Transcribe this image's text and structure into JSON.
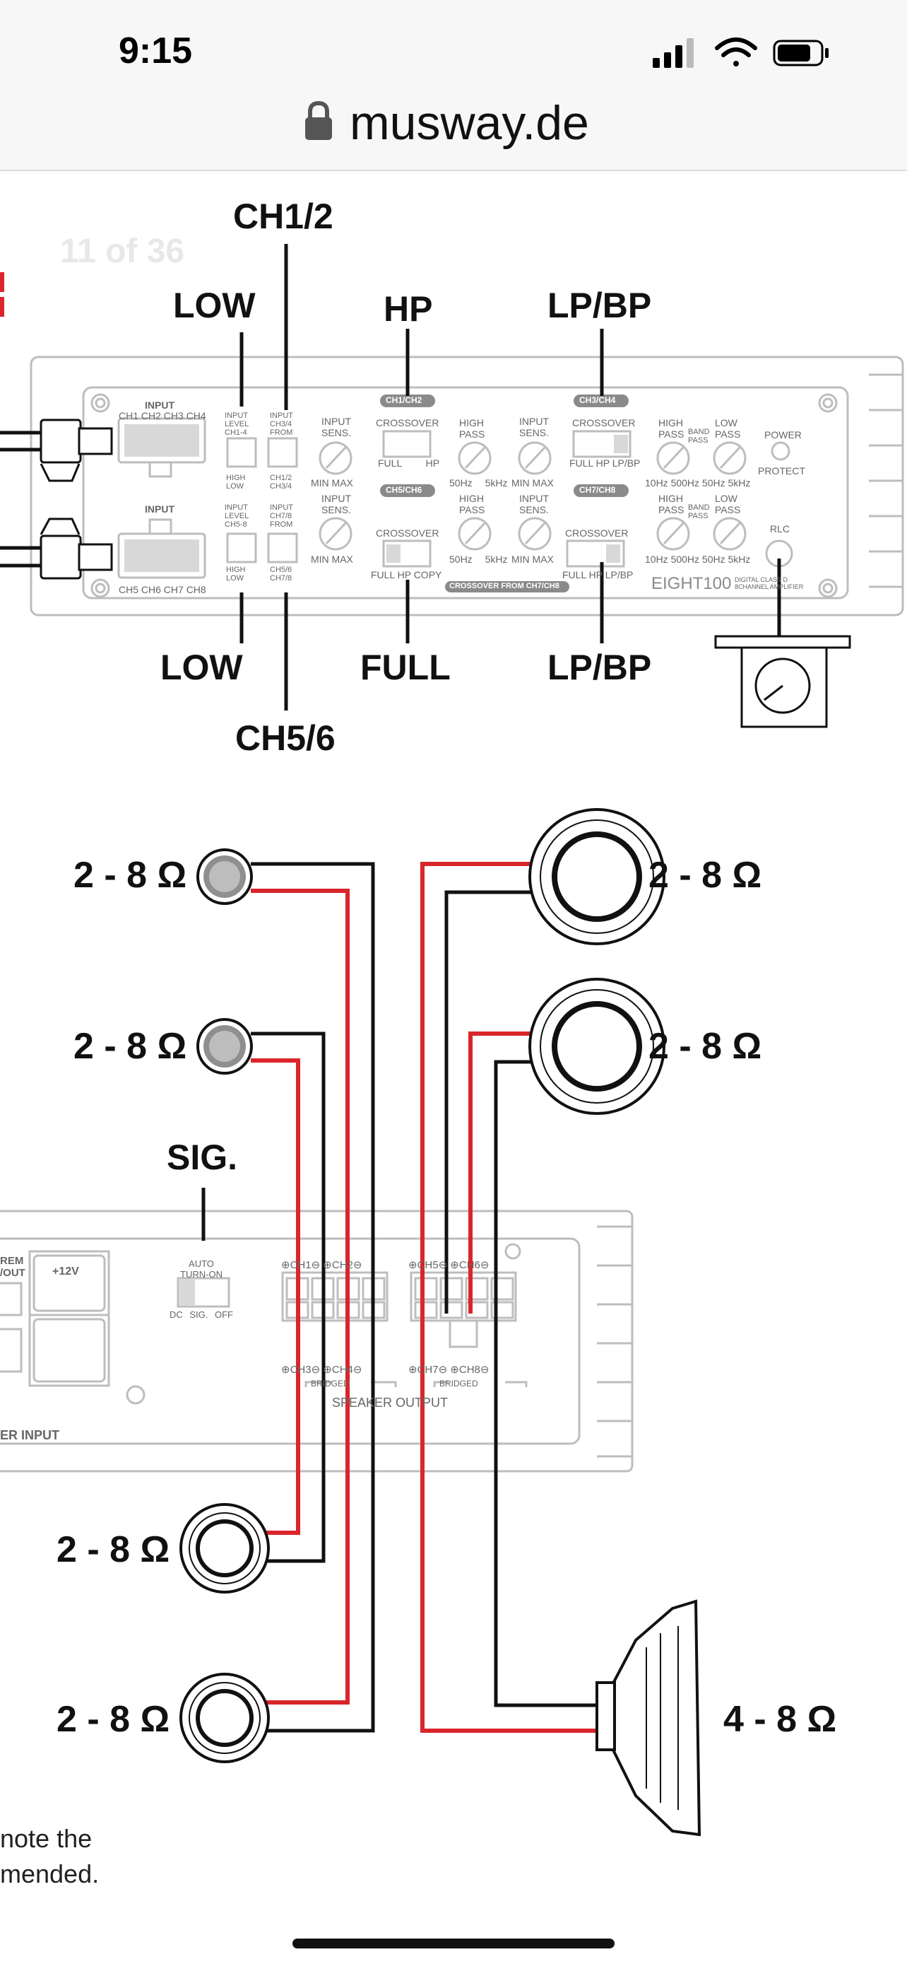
{
  "status": {
    "time": "9:15"
  },
  "browser": {
    "url": "musway.de"
  },
  "viewer": {
    "page_counter": "11 of 36"
  },
  "top_amp": {
    "labels_top": [
      "LOW",
      "CH1/2",
      "HP",
      "LP/BP"
    ],
    "labels_bottom": [
      "LOW",
      "CH5/6",
      "FULL",
      "LP/BP"
    ],
    "input_top": "INPUT",
    "input_top_channels": "CH1 CH2 CH3 CH4",
    "input_bottom": "INPUT",
    "input_bottom_channels": "CH5 CH6 CH7 CH8",
    "input_level_1": "INPUT LEVEL CH1-4",
    "input_level_2": "INPUT LEVEL CH5-8",
    "input_from_1": "INPUT CH3/4 FROM",
    "input_from_2": "INPUT CH7/8 FROM",
    "high_low": "HIGH LOW",
    "ch12_ch34": "CH1/2 CH3/4",
    "ch56_ch78": "CH5/6 CH7/8",
    "badge_ch12": "CH1/CH2",
    "badge_ch34": "CH3/CH4",
    "badge_ch56": "CH5/CH6",
    "badge_ch78": "CH7/CH8",
    "input_sens": "INPUT SENS.",
    "min_max": "MIN MAX",
    "crossover": "CROSSOVER",
    "full_hp": "FULL HP",
    "full_hp_lpbp": "FULL HP LP/BP",
    "full_hp_copy": "FULL HP COPY",
    "high_pass": "HIGH PASS",
    "low_pass": "LOW PASS",
    "band_pass": "BAND PASS",
    "freq_hp": "50Hz 5kHz",
    "freq_bp": "10Hz 500Hz 50Hz 5kHz",
    "power": "POWER",
    "protect": "PROTECT",
    "rlc": "RLC",
    "crossover_from": "CROSSOVER FROM CH7/CH8",
    "model": "EIGHT100",
    "model_sub": "DIGITAL CLASS D 8CHANNEL AMPLIFIER"
  },
  "bottom_amp": {
    "sig_label": "SIG.",
    "rem_out": "REM /OUT",
    "plus12": "+12V",
    "auto_turn_on": "AUTO TURN-ON",
    "dc_sig_off": "DC SIG. OFF",
    "power_input": "ER INPUT",
    "ch_top_left": "⊕CH1⊖ ⊕CH2⊖",
    "ch_top_right": "⊕CH5⊖ ⊕CH6⊖",
    "ch_bot_left": "⊕CH3⊖ ⊕CH4⊖",
    "ch_bot_right": "⊕CH7⊖ ⊕CH8⊖",
    "bridged": "BRIDGED",
    "speaker_output": "SPEAKER OUTPUT"
  },
  "speakers": {
    "tw1": "2 - 8 Ω",
    "tw2": "2 - 8 Ω",
    "mid_right_1": "2 - 8 Ω",
    "mid_right_2": "2 - 8 Ω",
    "mid_left_1": "2 - 8 Ω",
    "mid_left_2": "2 - 8 Ω",
    "sub": "4 - 8 Ω"
  },
  "caption": {
    "line1": "note the",
    "line2": "mended."
  },
  "colors": {
    "red": "#d9252b",
    "black": "#111111",
    "panel": "#bdbdbd"
  }
}
